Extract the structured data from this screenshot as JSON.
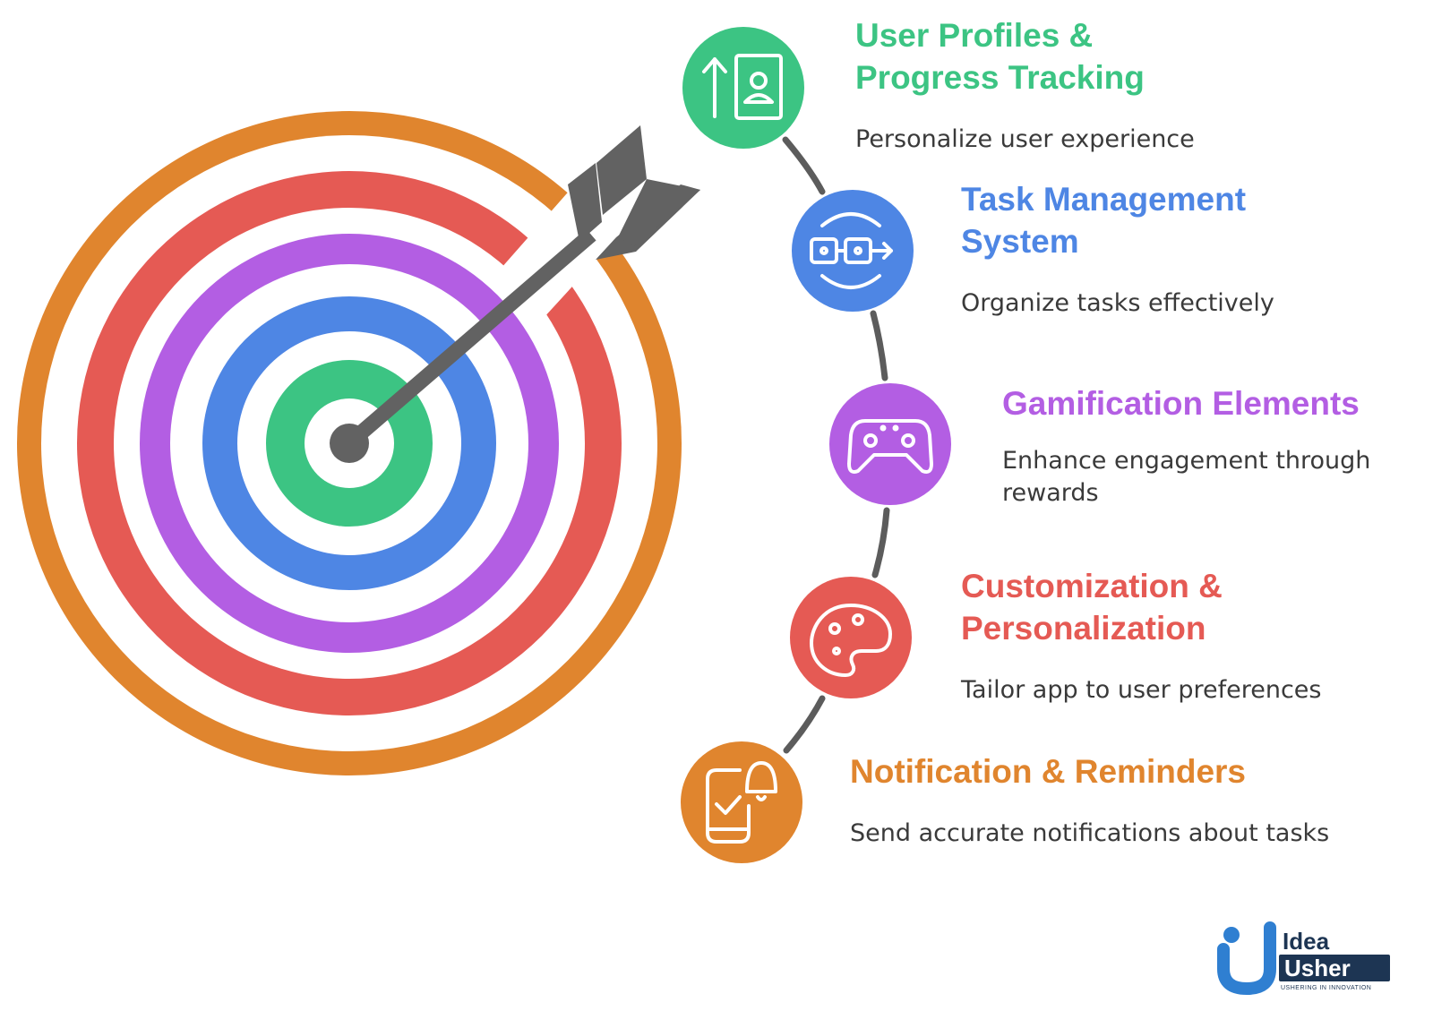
{
  "colors": {
    "green": "#3cc483",
    "blue": "#4e86e4",
    "purple": "#b35ee3",
    "red": "#e55a54",
    "orange": "#e0852e",
    "arrow": "#626262",
    "timeline": "#5c5c5c"
  },
  "target": {
    "rings": [
      "orange",
      "red",
      "purple",
      "blue",
      "green"
    ],
    "arrow": "gray-arrow"
  },
  "items": [
    {
      "title_line1": "User Profiles &",
      "title_line2": "Progress Tracking",
      "description_line1": "Personalize user experience",
      "description_line2": "",
      "icon": "profile-progress-icon",
      "color": "green"
    },
    {
      "title_line1": "Task Management",
      "title_line2": "System",
      "description_line1": "Organize tasks effectively",
      "description_line2": "",
      "icon": "task-flow-icon",
      "color": "blue"
    },
    {
      "title_line1": "Gamification Elements",
      "title_line2": "",
      "description_line1": "Enhance engagement through",
      "description_line2": "rewards",
      "icon": "gamepad-icon",
      "color": "purple"
    },
    {
      "title_line1": "Customization &",
      "title_line2": "Personalization",
      "description_line1": "Tailor app to user preferences",
      "description_line2": "",
      "icon": "palette-icon",
      "color": "red"
    },
    {
      "title_line1": "Notification & Reminders",
      "title_line2": "",
      "description_line1": "Send accurate notifications about tasks",
      "description_line2": "",
      "icon": "phone-bell-icon",
      "color": "orange"
    }
  ],
  "logo": {
    "line1": "Idea",
    "line2": "Usher",
    "tagline": "USHERING IN INNOVATION"
  }
}
